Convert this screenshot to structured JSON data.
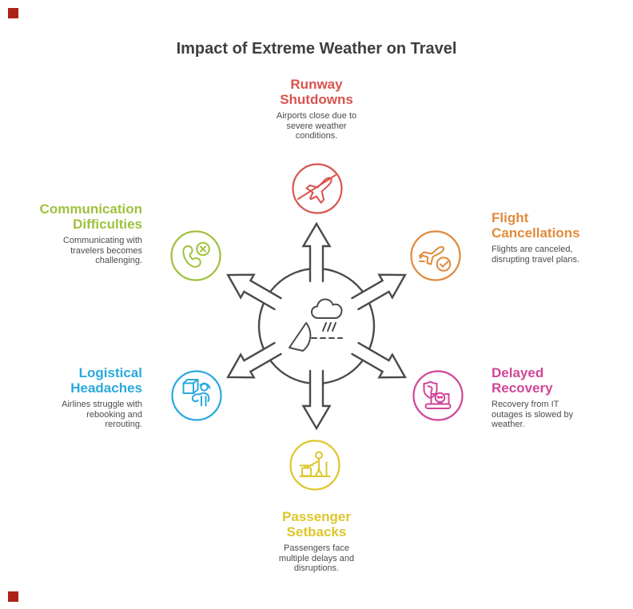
{
  "title": "Impact of Extreme Weather on Travel",
  "colors": {
    "dark_text": "#3e3e3e",
    "body_text": "#4b4b4b",
    "hub_stroke": "#4a4a4a",
    "corner_square": "#ab2318"
  },
  "center": {
    "icon": "storm-cloud-rain-wind-icon"
  },
  "sections": [
    {
      "id": "runway-shutdowns",
      "heading": "Runway\nShutdowns",
      "description": "Airports close due to\nsevere weather\nconditions.",
      "color": "#d9534f",
      "icon": "no-fly-plane-icon"
    },
    {
      "id": "flight-cancellations",
      "heading": "Flight\nCancellations",
      "description": "Flights are canceled,\ndisrupting travel plans.",
      "color": "#e08b3c",
      "icon": "plane-takeoff-check-icon"
    },
    {
      "id": "delayed-recovery",
      "heading": "Delayed\nRecovery",
      "description": "Recovery from IT\noutages is slowed by\nweather.",
      "color": "#d14598",
      "icon": "laptop-outage-shield-icon"
    },
    {
      "id": "passenger-setbacks",
      "heading": "Passenger\nSetbacks",
      "description": "Passengers face\nmultiple delays and\ndisruptions.",
      "color": "#ddc62c",
      "icon": "passenger-luggage-counter-icon"
    },
    {
      "id": "logistical-headaches",
      "heading": "Logistical\nHeadaches",
      "description": "Airlines struggle with\nrebooking and\nrerouting.",
      "color": "#29a9dd",
      "icon": "person-carrying-box-icon"
    },
    {
      "id": "communication-difficulties",
      "heading": "Communication\nDifficulties",
      "description": "Communicating with\ntravelers becomes\nchallenging.",
      "color": "#9fc13d",
      "icon": "phone-blocked-icon"
    }
  ]
}
